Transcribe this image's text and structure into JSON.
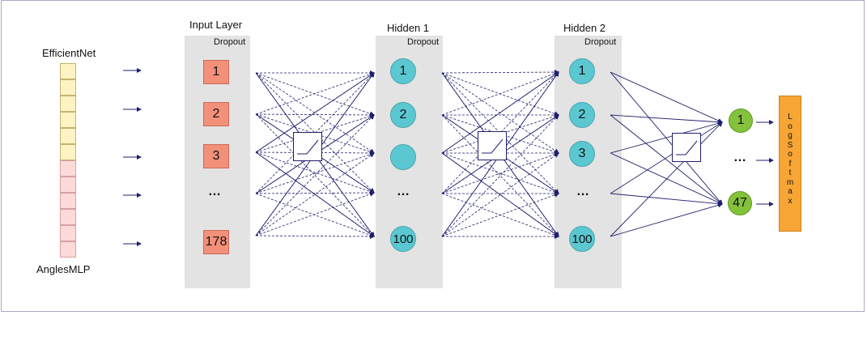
{
  "embedding": {
    "top_label": "EfficientNet",
    "bottom_label": "AnglesMLP",
    "top_color": "#fdf3c5",
    "bottom_color": "#fcdada"
  },
  "input_layer": {
    "title": "Input Layer",
    "dropout": "Dropout",
    "nodes": [
      "1",
      "2",
      "3",
      "…",
      "178"
    ]
  },
  "hidden1": {
    "title": "Hidden 1",
    "dropout": "Dropout",
    "nodes": [
      "1",
      "2",
      "",
      "…",
      "100"
    ]
  },
  "hidden2": {
    "title": "Hidden 2",
    "dropout": "Dropout",
    "nodes": [
      "1",
      "2",
      "3",
      "…",
      "100"
    ]
  },
  "output": {
    "nodes": [
      "1",
      "…",
      "47"
    ],
    "softmax_label": "LogSoftmax"
  },
  "colors": {
    "input_node": "#f2907a",
    "hidden_node": "#5bc7d1",
    "output_node": "#84c23c",
    "softmax": "#f7a534",
    "panel": "#e3e3e3",
    "edge": "#1f1f6e"
  },
  "icons": {
    "activation": "relu-activation-icon"
  }
}
